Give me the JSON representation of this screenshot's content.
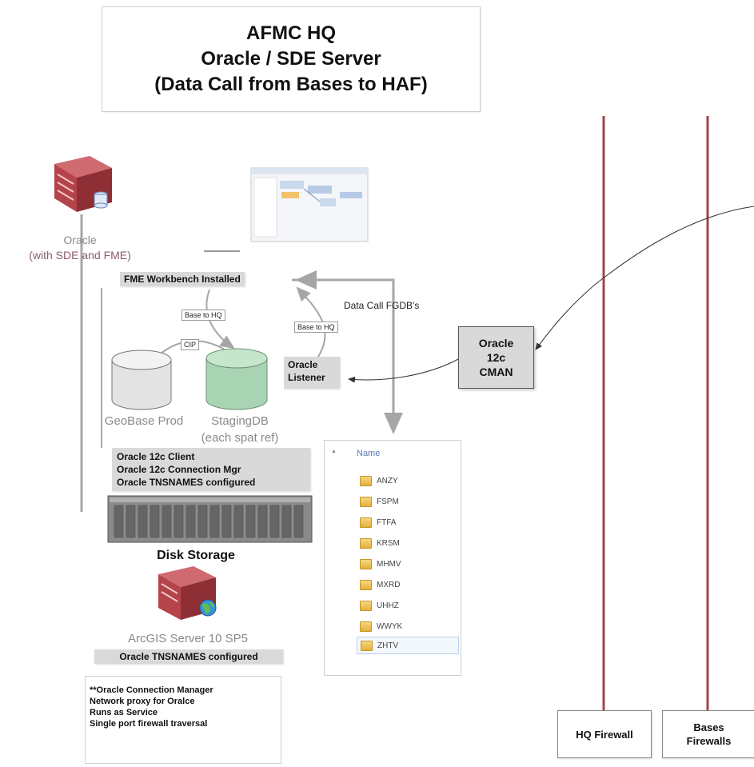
{
  "title": {
    "line1": "AFMC HQ",
    "line2": "Oracle / SDE  Server",
    "line3": "(Data Call from Bases to HAF)"
  },
  "oracle_server": {
    "label": "Oracle",
    "sublabel": "(with SDE and FME)"
  },
  "fme_workbench": "FME Workbench Installed",
  "flows": {
    "base_to_hq_left": "Base to HQ",
    "base_to_hq_right": "Base to HQ",
    "cip": "CIP",
    "data_call": "Data Call FGDB's"
  },
  "oracle_listener": {
    "line1": "Oracle",
    "line2": "Listener"
  },
  "cman": {
    "line1": "Oracle",
    "line2": "12c",
    "line3": "CMAN"
  },
  "databases": {
    "geobase": "GeoBase Prod",
    "staging": "StagingDB",
    "staging_note": "(each spat ref)"
  },
  "client_box": [
    "Oracle 12c Client",
    "Oracle 12c Connection Mgr",
    "Oracle TNSNAMES configured"
  ],
  "disk_storage": "Disk Storage",
  "arcgis": {
    "label": "ArcGIS Server 10 SP5",
    "tnsnames": "Oracle TNSNAMES configured"
  },
  "explorer": {
    "header": "Name",
    "folders": [
      "ANZY",
      "FSPM",
      "FTFA",
      "KRSM",
      "MHMV",
      "MXRD",
      "UHHZ",
      "WWYK",
      "ZHTV"
    ]
  },
  "notes": [
    "**Oracle Connection Manager",
    "Network proxy for Oralce",
    "Runs as Service",
    "Single port firewall traversal"
  ],
  "firewalls": {
    "hq": "HQ Firewall",
    "bases_line1": "Bases",
    "bases_line2": "Firewalls"
  },
  "colors": {
    "firewall_line": "#a0454a",
    "server_red": "#b5434a",
    "label_gray": "#d9d9d9",
    "staging_green": "#a9d4b3",
    "geobase_gray": "#e3e3e3",
    "arrow_gray": "#a6a6a6",
    "oracle_caption": "#8c5e66"
  },
  "icons": [
    "server-icon",
    "database-icon",
    "globe-icon",
    "folder-icon",
    "screenshot-thumbnail",
    "disk-array-icon"
  ]
}
